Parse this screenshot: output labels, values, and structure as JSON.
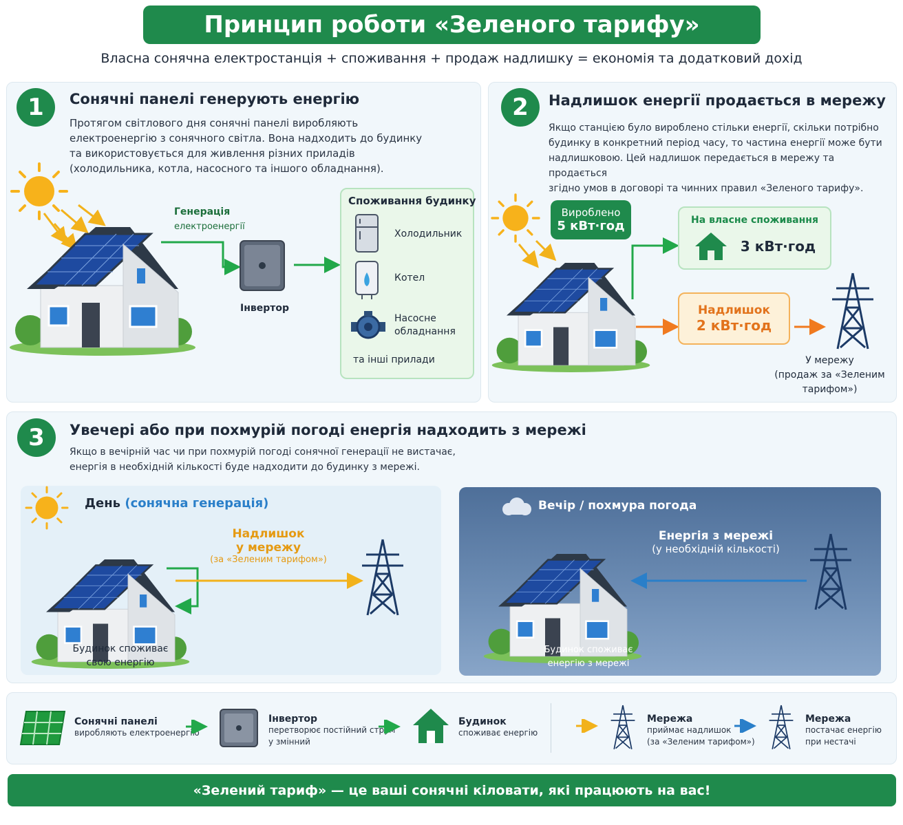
{
  "header": {
    "title": "Принцип роботи «Зеленого тарифу»",
    "subtitle": "Власна сонячна електростанція + споживання + продаж надлишку = економія та додатковий дохід"
  },
  "section1": {
    "number": "1",
    "title": "Сонячні панелі генерують енергію",
    "text_lines": [
      "Протягом світлового дня сонячні панелі виробляють",
      "електроенергію з сонячного світла. Вона надходить до будинку",
      "та використовується для живлення різних приладів",
      "(холодильника, котла, насосного та іншого обладнання)."
    ],
    "generation_label_1": "Генерація",
    "generation_label_2": "електроенергії",
    "inverter_label": "Інвертор",
    "consumption_title": "Споживання будинку",
    "devices": [
      "Холодильник",
      "Котел",
      "Насосне",
      "обладнання"
    ],
    "other_devices": "та інші прилади"
  },
  "section2": {
    "number": "2",
    "title": "Надлишок енергії продається в мережу",
    "text_lines": [
      "Якщо станцією було вироблено стільки енергії, скільки потрібно",
      "будинку в конкретний період часу, то частина енергії може бути",
      "надлишковою. Цей надлишок передається в мережу та продається",
      "згідно умов в договорі та чинних правил «Зеленого тарифу»."
    ],
    "produced_label": "Вироблено",
    "produced_value": "5 кВт·год",
    "own_label": "На власне споживання",
    "own_value": "3 кВт·год",
    "surplus_label": "Надлишок",
    "surplus_value": "2 кВт·год",
    "grid_lines": [
      "У мережу",
      "(продаж за «Зеленим",
      "тарифом»)"
    ]
  },
  "section3": {
    "number": "3",
    "title": "Увечері або при похмурій погоді енергія надходить з мережі",
    "text_lines": [
      "Якщо в вечірній час чи при похмурій погоді сонячної генерації не вистачає,",
      "енергія в необхідній кількості буде надходити до будинку з мережі."
    ],
    "day_title": "День",
    "day_title_accent": "(сонячна генерація)",
    "day_surplus_1": "Надлишок",
    "day_surplus_2": "у мережу",
    "day_surplus_3": "(за «Зеленим тарифом»)",
    "day_caption_1": "Будинок споживає",
    "day_caption_2": "свою енергію",
    "night_title": "Вечір / похмура погода",
    "night_grid_1": "Енергія з мережі",
    "night_grid_2": "(у необхідній кількості)",
    "night_caption_1": "Будинок споживає",
    "night_caption_2": "енергію з мережі"
  },
  "legend": {
    "items": [
      {
        "title": "Сонячні панелі",
        "sub1": "виробляють електроенергію",
        "sub2": ""
      },
      {
        "title": "Інвертор",
        "sub1": "перетворює постійний струм",
        "sub2": "у змінний"
      },
      {
        "title": "Будинок",
        "sub1": "споживає енергію",
        "sub2": ""
      },
      {
        "title": "Мережа",
        "sub1": "приймає надлишок",
        "sub2": "(за «Зеленим тарифом»)"
      },
      {
        "title": "Мережа",
        "sub1": "постачає енергію",
        "sub2": "при нестачі"
      }
    ]
  },
  "footer": {
    "text": "«Зелений тариф» — це ваші сонячні кіловати, які працюють на вас!"
  },
  "colors": {
    "brand_green": "#1f8a4c",
    "arrow_green": "#22a84a",
    "surplus_orange": "#f07a1f",
    "grid_blue": "#2a7fc9",
    "dark_blue": "#1c3a66"
  }
}
